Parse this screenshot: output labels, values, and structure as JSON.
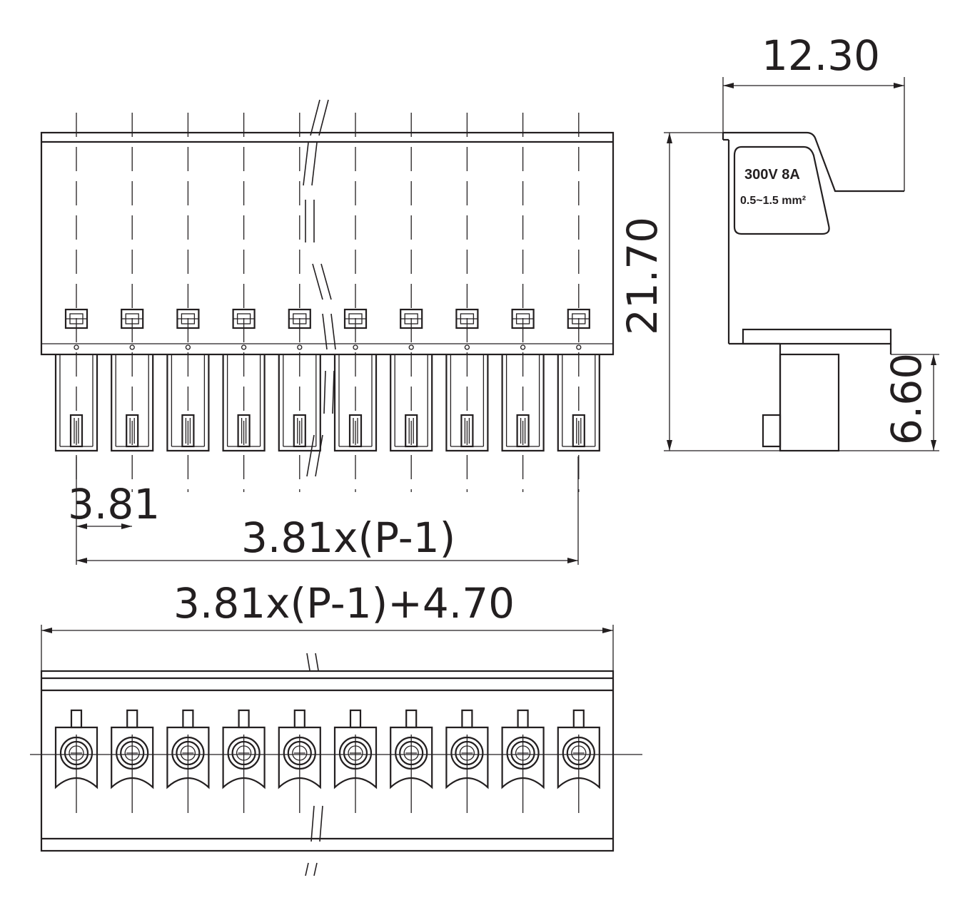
{
  "drawing": {
    "pin_count": 10,
    "break_after_pin": 5
  },
  "dimensions": {
    "side_width": "12.30",
    "total_height": "21.70",
    "pin_height": "6.60",
    "pitch": "3.81",
    "pitch_span": "3.81x(P-1)",
    "overall_length": "3.81x(P-1)+4.70"
  },
  "rating_label": {
    "line1": "300V 8A",
    "line2": "0.5~1.5 mm²"
  },
  "colors": {
    "ink": "#231f20",
    "background": "#ffffff"
  }
}
